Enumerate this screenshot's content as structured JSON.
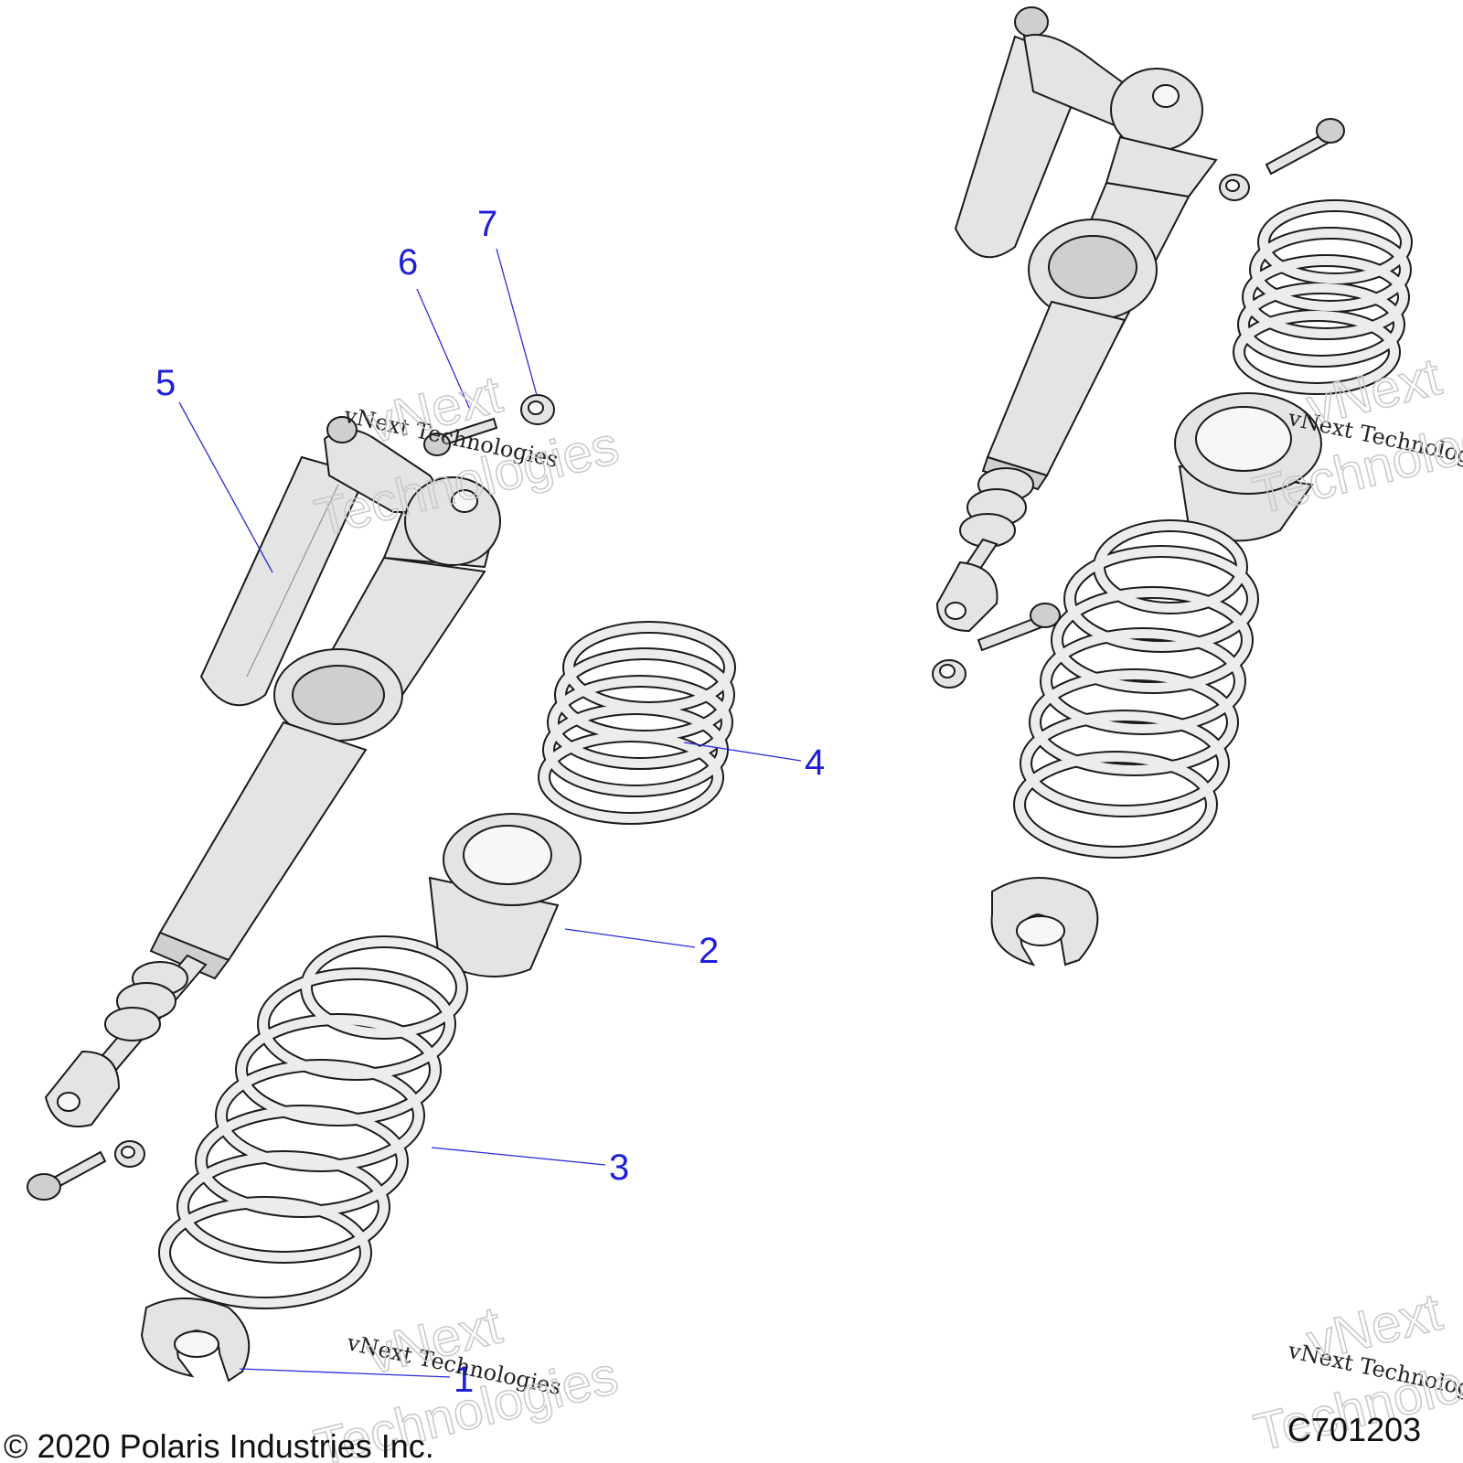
{
  "callouts": [
    {
      "id": "1",
      "label": "1"
    },
    {
      "id": "2",
      "label": "2"
    },
    {
      "id": "3",
      "label": "3"
    },
    {
      "id": "4",
      "label": "4"
    },
    {
      "id": "5",
      "label": "5"
    },
    {
      "id": "6",
      "label": "6"
    },
    {
      "id": "7",
      "label": "7"
    }
  ],
  "watermark": {
    "line": "vNext Technologies",
    "big_top": "vNext",
    "big_bottom": "Technologies"
  },
  "footer": {
    "copyright": "© 2020 Polaris Industries Inc.",
    "figure_code": "C701203"
  },
  "colors": {
    "callout": "#1f1fd6",
    "leader": "#2b2bd9",
    "part_fill": "#e4e4e4",
    "outline": "#1a1a1a"
  }
}
